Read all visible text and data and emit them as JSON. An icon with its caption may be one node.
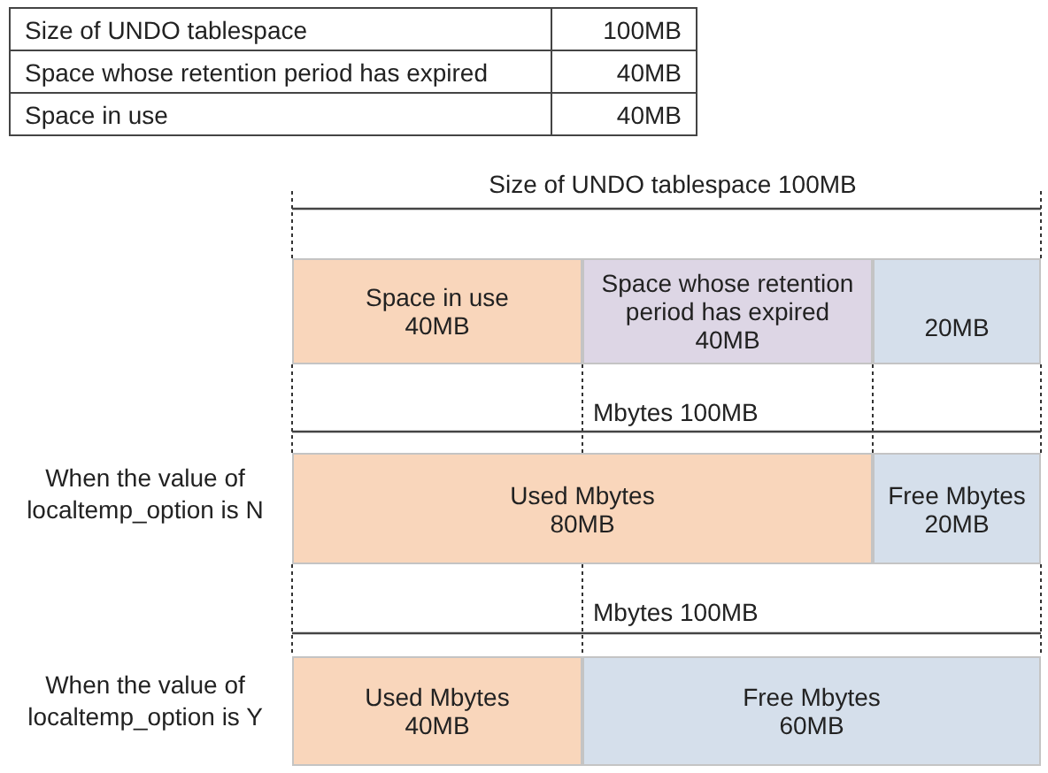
{
  "diagram": {
    "nodes": [
      {
        "text": [
          "Space in use",
          "40MB"
        ]
      },
      {
        "text": [
          "Space whose retention period has expired",
          "40MB"
        ]
      },
      {
        "text": [
          "20MB"
        ]
      },
      {
        "text": [
          "Used Mbytes",
          "80MB"
        ]
      },
      {
        "text": [
          "Free Mbytes",
          "20MB"
        ]
      },
      {
        "text": [
          "Used Mbytes",
          "40MB"
        ]
      },
      {
        "text": [
          "Free Mbytes",
          "60MB"
        ]
      }
    ],
    "labels": [
      "Size of UNDO tablespace",
      "100MB",
      "Space whose retention period has expired",
      "40MB",
      "Space in use",
      "40MB",
      "Size of UNDO tablespace 100MB",
      "Mbytes 100MB",
      "When the value of localtemp_option is N",
      "Mbytes 100MB",
      "When the value of localtemp_option is Y"
    ]
  }
}
